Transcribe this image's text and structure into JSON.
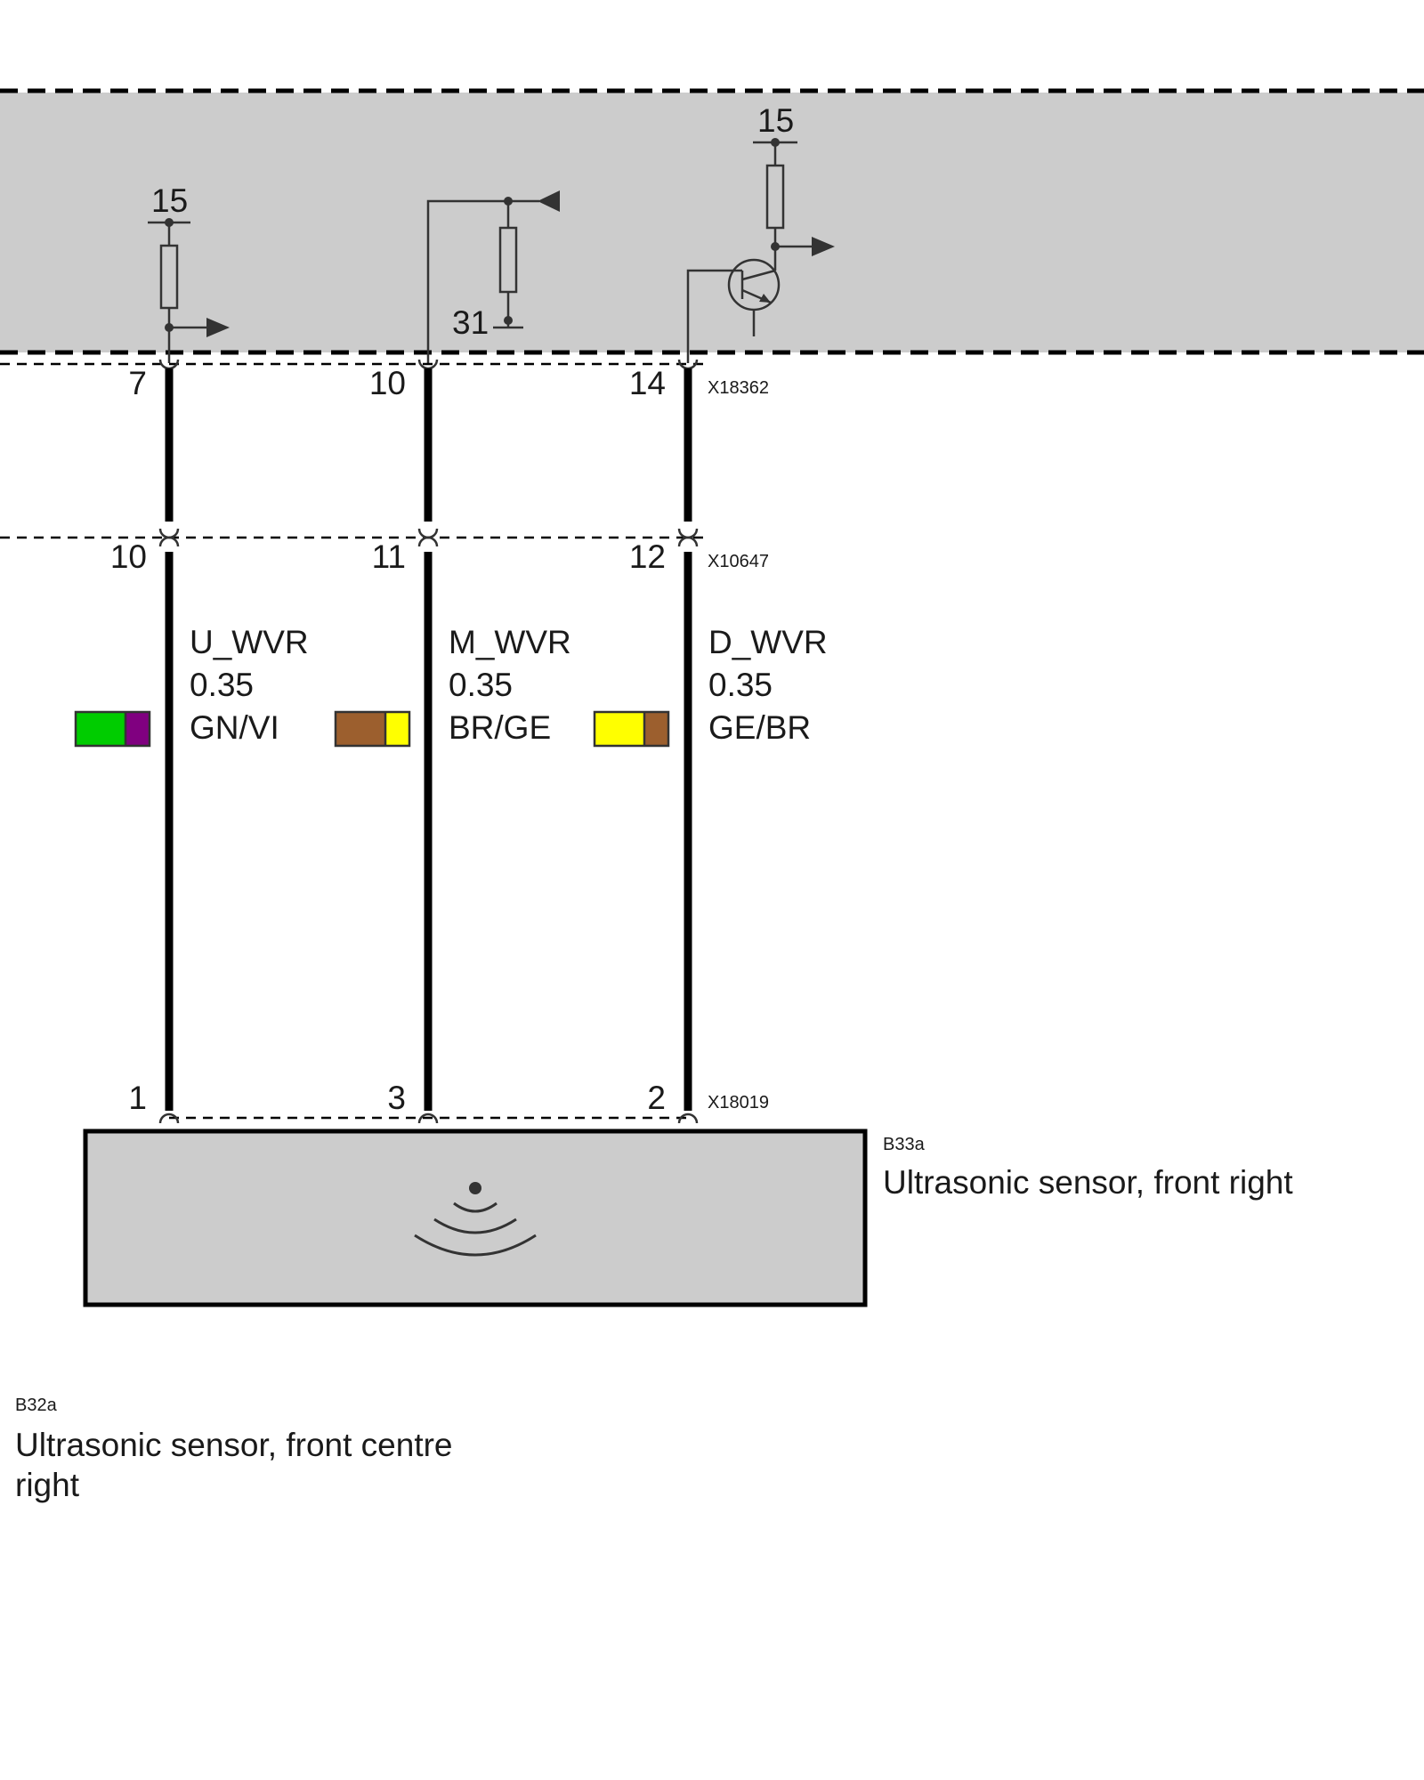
{
  "control_unit": {
    "supply_left": "15",
    "supply_right": "15",
    "ground": "31",
    "fill": "#cccccc"
  },
  "connectors": {
    "top": {
      "id": "X18362",
      "pins": [
        "7",
        "10",
        "14"
      ]
    },
    "middle": {
      "id": "X10647",
      "pins": [
        "10",
        "11",
        "12"
      ]
    },
    "bottom": {
      "id": "X18019",
      "pins": [
        "1",
        "3",
        "2"
      ]
    }
  },
  "wires": [
    {
      "signal": "U_WVR",
      "gauge": "0.35",
      "color_code": "GN/VI",
      "primary": "#00cc00",
      "secondary": "#800080"
    },
    {
      "signal": "M_WVR",
      "gauge": "0.35",
      "color_code": "BR/GE",
      "primary": "#9c5f2e",
      "secondary": "#ffff00"
    },
    {
      "signal": "D_WVR",
      "gauge": "0.35",
      "color_code": "GE/BR",
      "primary": "#ffff00",
      "secondary": "#9c5f2e"
    }
  ],
  "components": {
    "b33a": {
      "id": "B33a",
      "name": "Ultrasonic sensor, front right"
    },
    "b32a": {
      "id": "B32a",
      "name_line1": "Ultrasonic sensor, front centre",
      "name_line2": "right"
    }
  },
  "icons": {
    "sensor": "ultrasonic-waves-icon",
    "transistor": "transistor-icon",
    "resistor": "resistor-icon",
    "ground": "ground-icon"
  }
}
